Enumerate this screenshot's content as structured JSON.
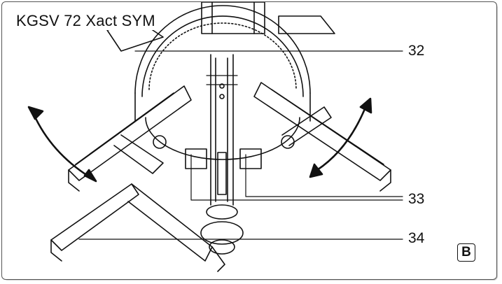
{
  "figure": {
    "title": "KGSV 72 Xact SYM",
    "badge": "B",
    "callouts": [
      {
        "id": "callout-32",
        "label": "32"
      },
      {
        "id": "callout-33",
        "label": "33"
      },
      {
        "id": "callout-34",
        "label": "34"
      }
    ]
  },
  "colors": {
    "line": "#111111",
    "frame": "#555555",
    "shadow": "#cfcfcf"
  }
}
